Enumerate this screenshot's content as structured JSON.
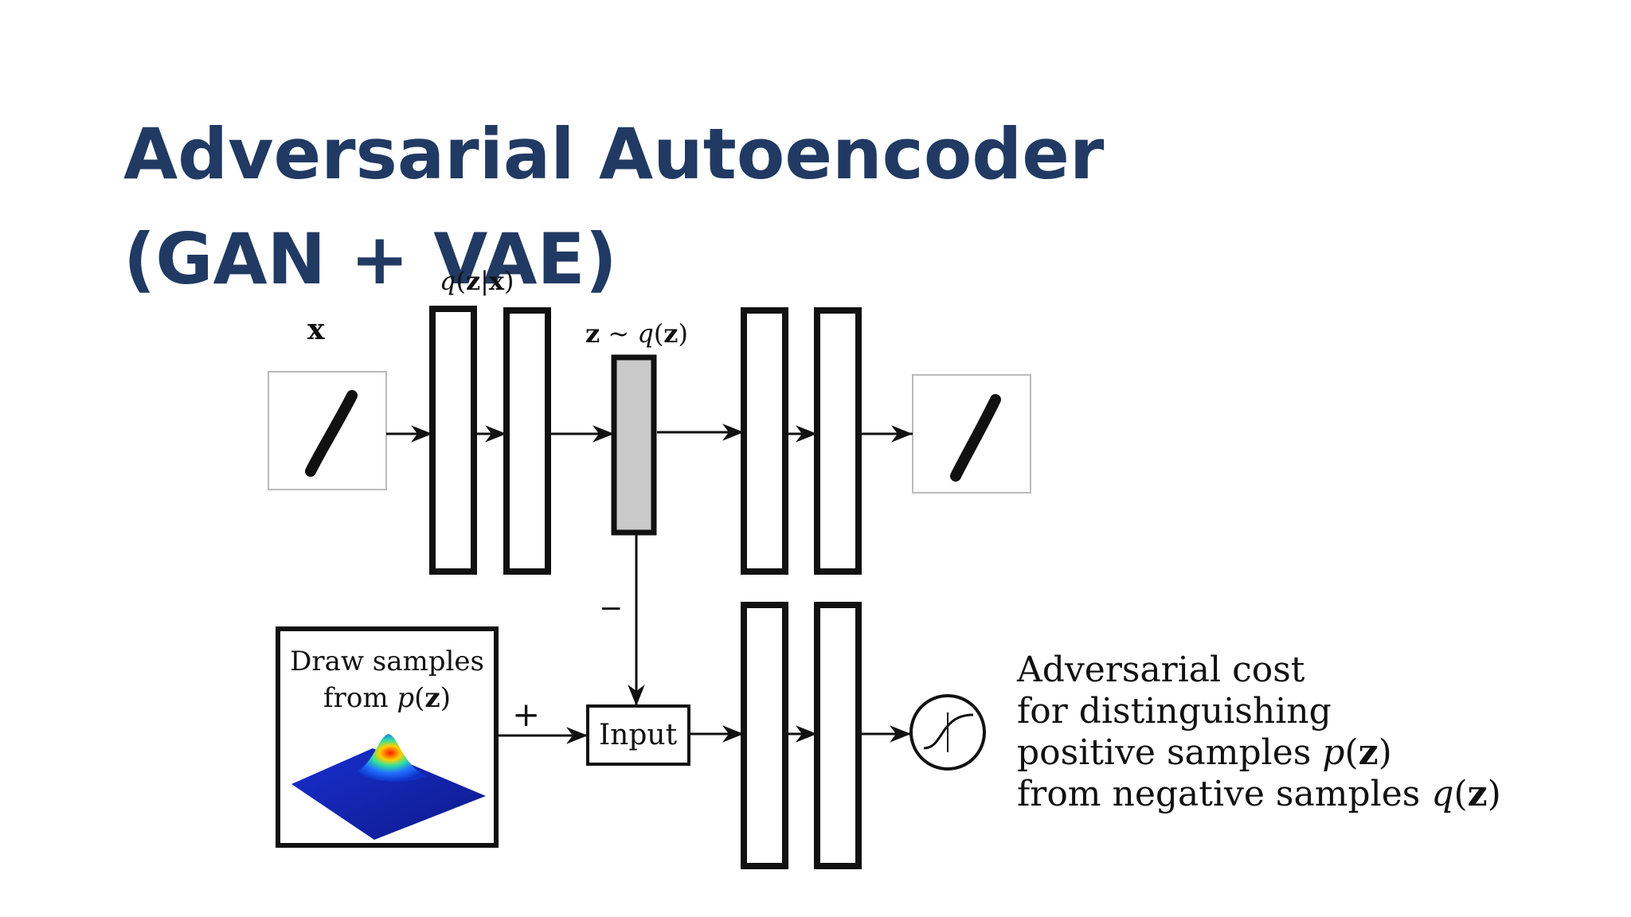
{
  "slide": {
    "title": "Adversarial Autoencoder (GAN + VAE)"
  },
  "diagram": {
    "input_label": "x",
    "encoder_label": {
      "fn": "q",
      "open": "(",
      "a": "z",
      "sep": "|",
      "b": "x",
      "close": ")"
    },
    "latent_label": {
      "z": "z",
      "tilde": " ~ ",
      "fn": "q",
      "open": "(",
      "a": "z",
      "close": ")"
    },
    "prior_box": {
      "line1": "Draw samples",
      "line2_prefix": "from ",
      "fn": "p",
      "open": "(",
      "a": "z",
      "close": ")"
    },
    "minus_sign": "−",
    "plus_sign": "+",
    "input_node": "Input",
    "cost_text": {
      "line1": "Adversarial cost",
      "line2": "for distinguishing",
      "line3_prefix": "positive samples ",
      "line3_fn": "p",
      "line4_prefix": "from negative samples ",
      "line4_fn": "q",
      "open": "(",
      "a": "z",
      "close": ")"
    }
  }
}
